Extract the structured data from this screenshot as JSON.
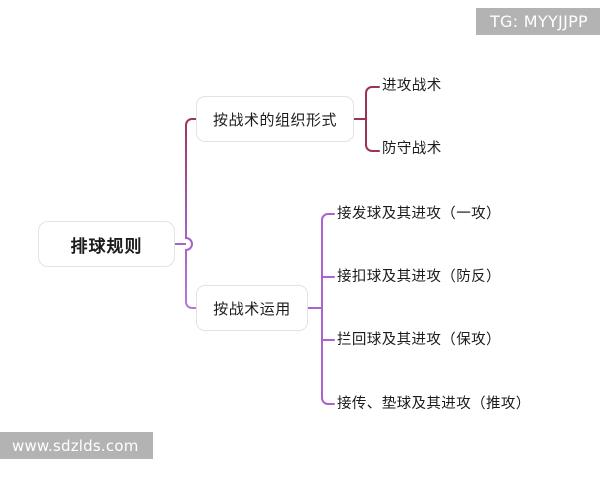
{
  "diagram": {
    "type": "mindmap",
    "root": {
      "label": "排球规则"
    },
    "branches": [
      {
        "label": "按战术的组织形式",
        "connector_color": "#9c3258",
        "children": [
          {
            "label": "进攻战术"
          },
          {
            "label": "防守战术"
          }
        ]
      },
      {
        "label": "按战术运用",
        "connector_color": "#a964d0",
        "children": [
          {
            "label": "接发球及其进攻（一攻）"
          },
          {
            "label": "接扣球及其进攻（防反）"
          },
          {
            "label": "拦回球及其进攻（保攻）"
          },
          {
            "label": "接传、垫球及其进攻（推攻）"
          }
        ]
      }
    ]
  },
  "watermarks": {
    "top_right": "TG: MYYJJPP",
    "bottom_left": "www.sdzlds.com"
  },
  "colors": {
    "background": "#ffffff",
    "node_border": "#e3e3e3",
    "node_fill": "#ffffff",
    "text": "#1c1c1c",
    "connector_top": "#9c3258",
    "connector_bottom": "#a964d0",
    "watermark_fill": "#b3b3b3",
    "watermark_text": "#ffffff"
  }
}
